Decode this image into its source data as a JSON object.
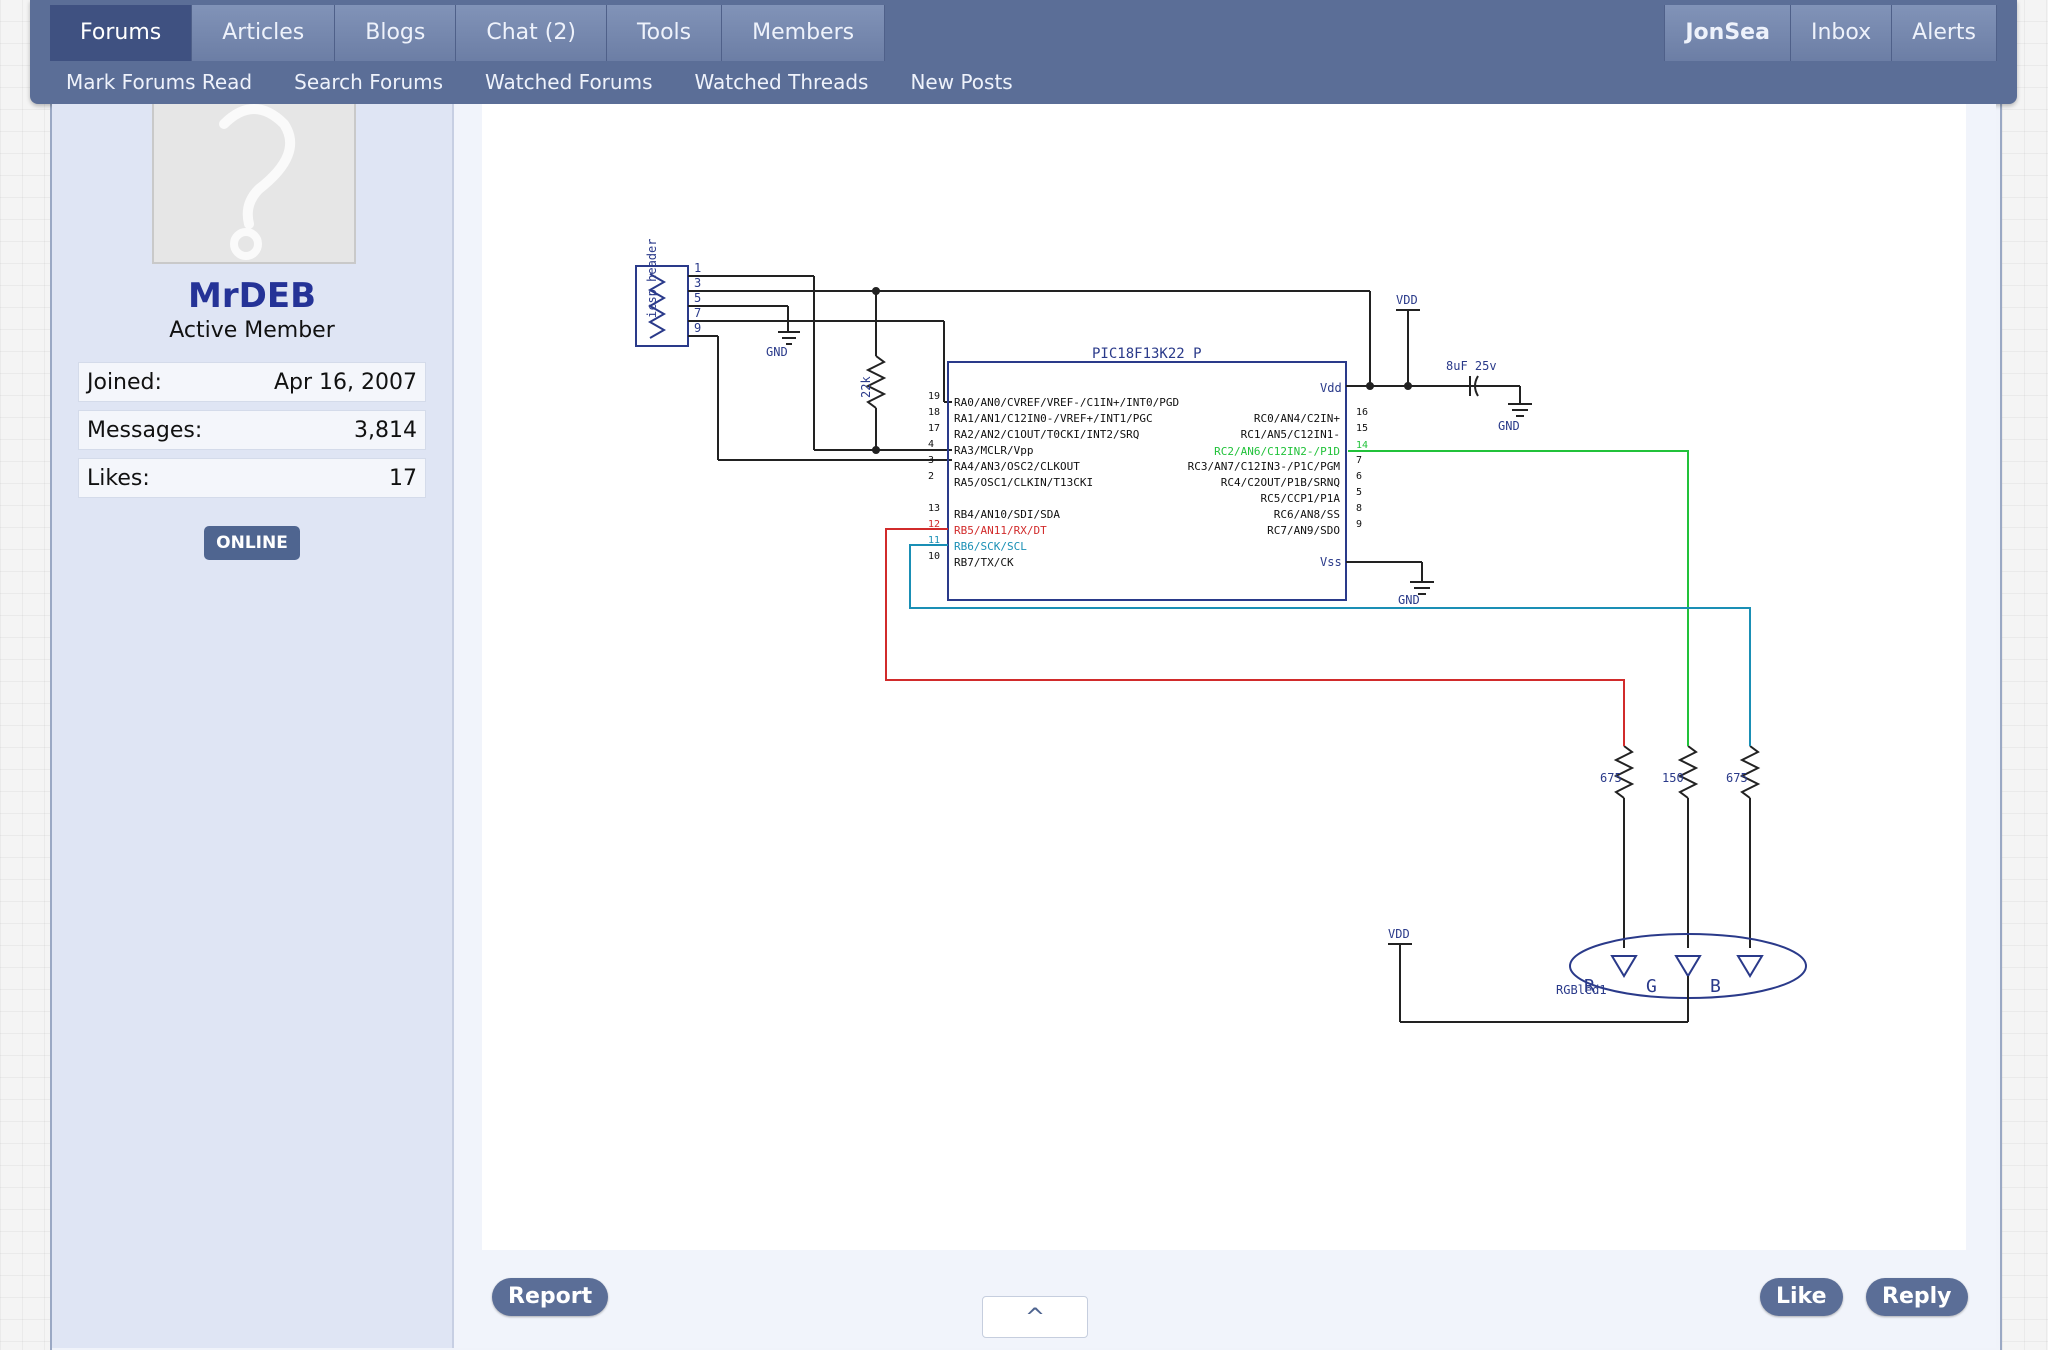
{
  "nav": {
    "tabs": [
      {
        "label": "Forums",
        "active": true
      },
      {
        "label": "Articles"
      },
      {
        "label": "Blogs"
      },
      {
        "label": "Chat (2)"
      },
      {
        "label": "Tools"
      },
      {
        "label": "Members"
      }
    ],
    "right": {
      "user": "JonSea",
      "inbox": "Inbox",
      "alerts": "Alerts"
    },
    "subnav": [
      "Mark Forums Read",
      "Search Forums",
      "Watched Forums",
      "Watched Threads",
      "New Posts"
    ]
  },
  "poster": {
    "name": "MrDEB",
    "title": "Active Member",
    "stats": [
      {
        "label": "Joined:",
        "value": "Apr 16, 2007"
      },
      {
        "label": "Messages:",
        "value": "3,814"
      },
      {
        "label": "Likes:",
        "value": "17"
      }
    ],
    "status": "ONLINE"
  },
  "schematic": {
    "header_label": "icsp header",
    "header_pins": [
      "1",
      "3",
      "5",
      "7",
      "9"
    ],
    "gnd": "GND",
    "vdd": "VDD",
    "resistor_pullup": "22k",
    "chip_name": "PIC18F13K22_P",
    "chip_vdd": "Vdd",
    "chip_vss": "Vss",
    "cap_label": "8uF 25v",
    "left_pins": [
      {
        "num": "19",
        "name": "RA0/AN0/CVREF/VREF-/C1IN+/INT0/PGD",
        "color": "#111"
      },
      {
        "num": "18",
        "name": "RA1/AN1/C12IN0-/VREF+/INT1/PGC",
        "color": "#111"
      },
      {
        "num": "17",
        "name": "RA2/AN2/C1OUT/T0CKI/INT2/SRQ",
        "color": "#111"
      },
      {
        "num": "4",
        "name": "RA3/MCLR/Vpp",
        "color": "#111"
      },
      {
        "num": "3",
        "name": "RA4/AN3/OSC2/CLKOUT",
        "color": "#111"
      },
      {
        "num": "2",
        "name": "RA5/OSC1/CLKIN/T13CKI",
        "color": "#111"
      },
      {
        "num": "13",
        "name": "RB4/AN10/SDI/SDA",
        "color": "#111"
      },
      {
        "num": "12",
        "name": "RB5/AN11/RX/DT",
        "color": "#d12b2b"
      },
      {
        "num": "11",
        "name": "RB6/SCK/SCL",
        "color": "#1a8fb5"
      },
      {
        "num": "10",
        "name": "RB7/TX/CK",
        "color": "#111"
      }
    ],
    "right_pins": [
      {
        "num": "16",
        "name": "RC0/AN4/C2IN+",
        "color": "#111"
      },
      {
        "num": "15",
        "name": "RC1/AN5/C12IN1-",
        "color": "#111"
      },
      {
        "num": "14",
        "name": "RC2/AN6/C12IN2-/P1D",
        "color": "#21c23a"
      },
      {
        "num": "7",
        "name": "RC3/AN7/C12IN3-/P1C/PGM",
        "color": "#111"
      },
      {
        "num": "6",
        "name": "RC4/C2OUT/P1B/SRNQ",
        "color": "#111"
      },
      {
        "num": "5",
        "name": "RC5/CCP1/P1A",
        "color": "#111"
      },
      {
        "num": "8",
        "name": "RC6/AN8/SS",
        "color": "#111"
      },
      {
        "num": "9",
        "name": "RC7/AN9/SDO",
        "color": "#111"
      }
    ],
    "resistors": [
      "675",
      "150",
      "675"
    ],
    "led_label": "RGBled1",
    "led_channels": [
      "R",
      "G",
      "B"
    ]
  },
  "actions": {
    "report": "Report",
    "like": "Like",
    "reply": "Reply",
    "top": "^"
  }
}
